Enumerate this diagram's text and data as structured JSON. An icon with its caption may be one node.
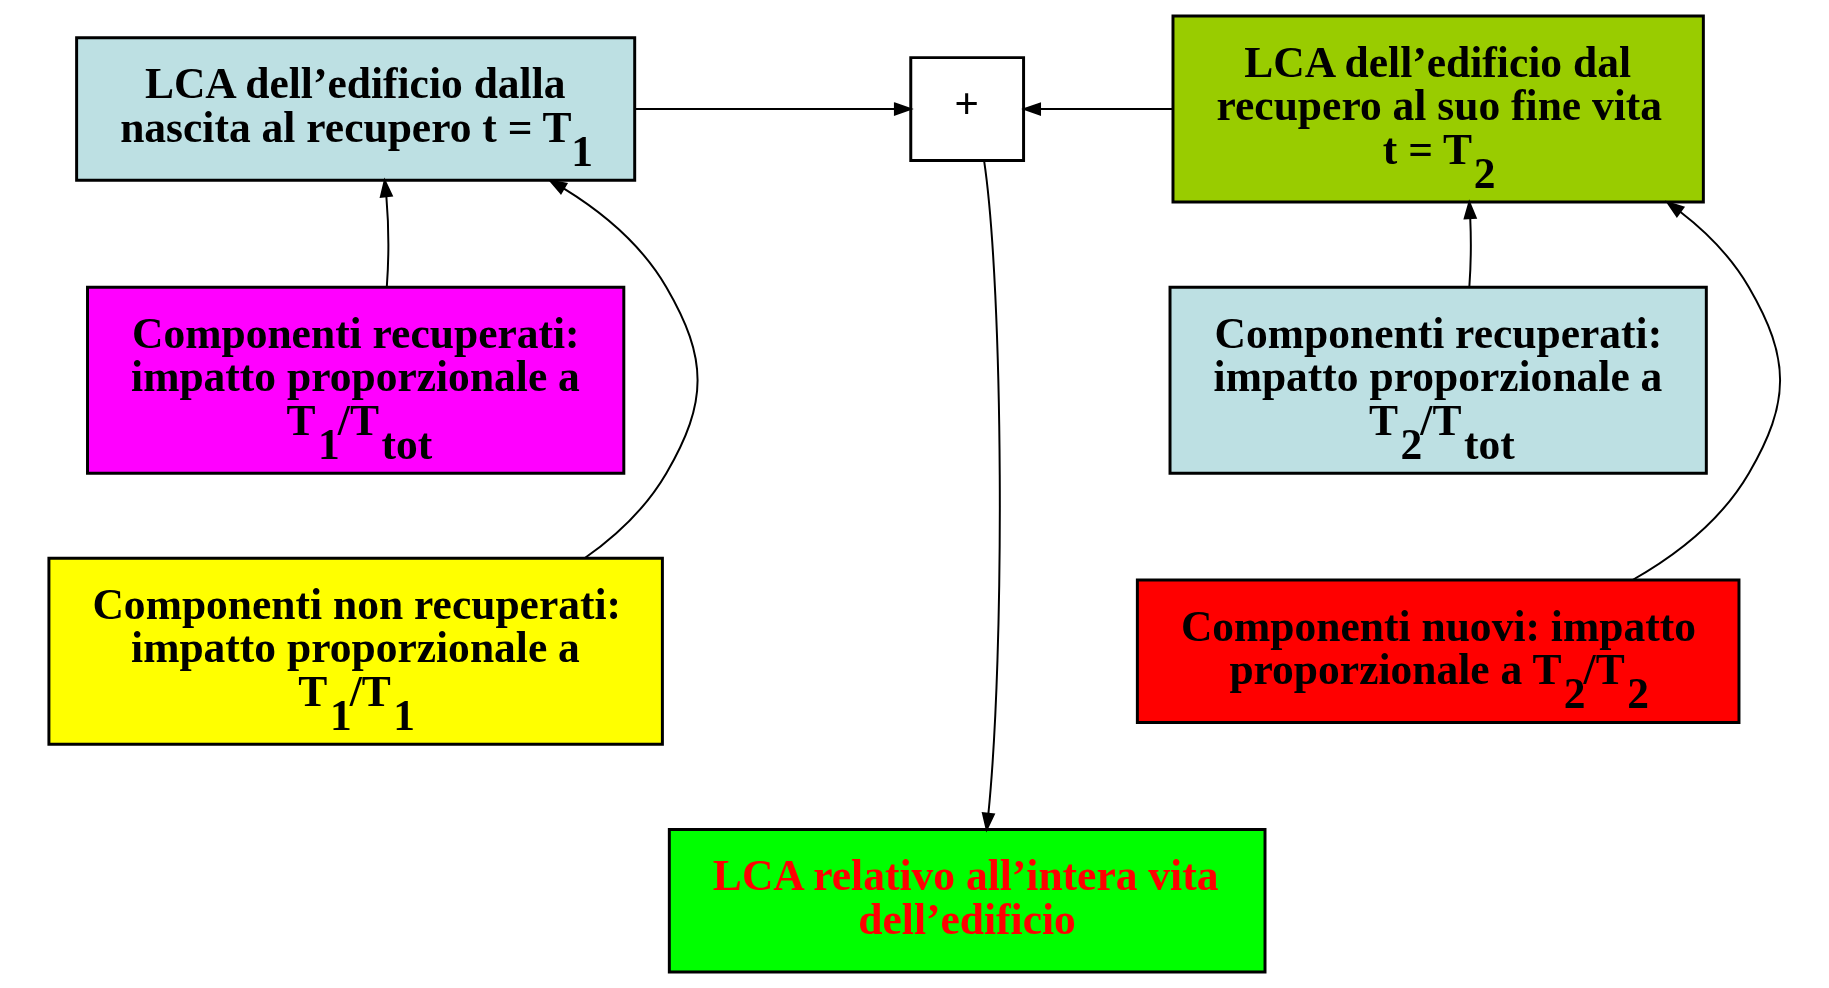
{
  "diagram": {
    "nodes": [
      {
        "text": [
          "LCA dell’edificio dalla nascita al recupero t = T$_{1}$"
        ]
      },
      {
        "text": [
          "+"
        ]
      },
      {
        "text": [
          "LCA dell’edificio dal recupero al suo fine vita t = T$_{2}$"
        ]
      },
      {
        "text": [
          "Componenti recuperati: impatto proporzionale a T$_{1}$/T$_{tot}$"
        ]
      },
      {
        "text": [
          "Componenti non recuperati: impatto proporzionale a T$_{1}$/T$_{1}$"
        ]
      },
      {
        "text": [
          "Componenti recuperati: impatto proporzionale a T$_{2}$/T$_{tot}$"
        ]
      },
      {
        "text": [
          "Componenti nuovi: impatto proporzionale a T$_{2}$/T$_{2}$"
        ]
      },
      {
        "text": [
          "LCA relativo all’intera vita dell’edificio"
        ]
      }
    ],
    "edges": [
      {
        "from": 0,
        "to": 1,
        "arrow": "to"
      },
      {
        "from": 2,
        "to": 1,
        "arrow": "to"
      },
      {
        "from": 3,
        "to": 0,
        "arrow": "to"
      },
      {
        "from": 4,
        "to": 0,
        "arrow": "to"
      },
      {
        "from": 5,
        "to": 2,
        "arrow": "to"
      },
      {
        "from": 6,
        "to": 2,
        "arrow": "to"
      },
      {
        "from": 1,
        "to": 7,
        "arrow": "to"
      }
    ]
  }
}
